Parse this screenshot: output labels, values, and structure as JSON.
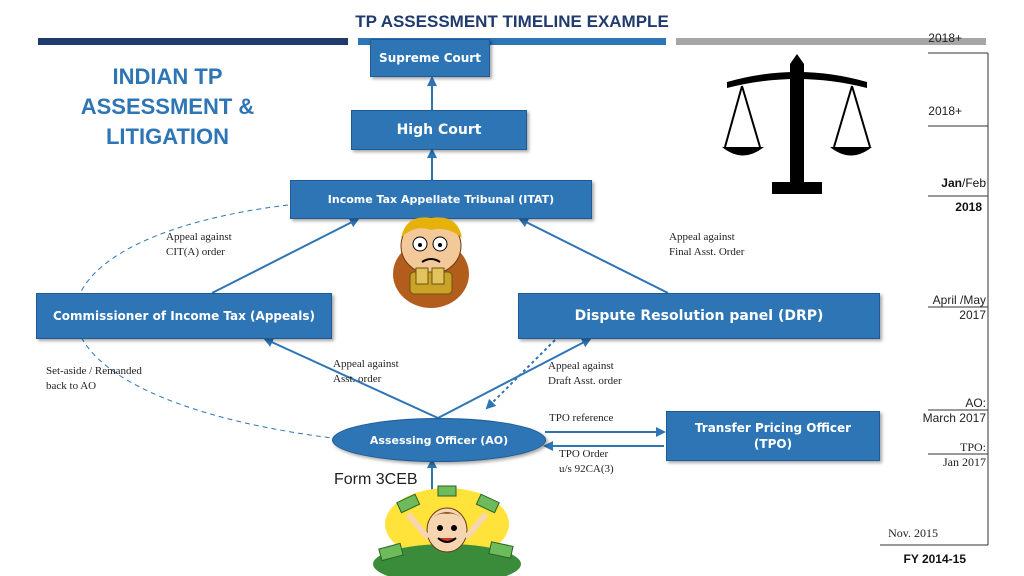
{
  "header": {
    "title": "TP ASSESSMENT TIMELINE EXAMPLE"
  },
  "side_title": {
    "line1": "INDIAN TP",
    "line2": "ASSESSMENT &",
    "line3": "LITIGATION"
  },
  "nodes": {
    "supreme_court": "Supreme Court",
    "high_court": "High Court",
    "itat": "Income Tax Appellate Tribunal (ITAT)",
    "cita": "Commissioner of Income Tax (Appeals)",
    "drp": "Dispute Resolution panel (DRP)",
    "ao": "Assessing Officer (AO)",
    "tpo_line1": "Transfer Pricing Officer",
    "tpo_line2": "(TPO)"
  },
  "edge_labels": {
    "appeal_cita_l1": "Appeal against",
    "appeal_cita_l2": "CIT(A) order",
    "appeal_final_l1": "Appeal against",
    "appeal_final_l2": "Final Asst. Order",
    "appeal_asst_l1": "Appeal against",
    "appeal_asst_l2": "Asst. order",
    "appeal_draft_l1": "Appeal against",
    "appeal_draft_l2": "Draft Asst. order",
    "setaside_l1": "Set-aside / Remanded",
    "setaside_l2": "back to AO",
    "tpo_reference": "TPO reference",
    "tpo_order_l1": "TPO Order",
    "tpo_order_l2": "u/s 92CA(3)",
    "form": "Form 3CEB"
  },
  "timeline": {
    "t1": "2018+",
    "t2": "2018+",
    "t3_a": "Jan",
    "t3_b": "/Feb",
    "t4": "2018",
    "t5_a": "April /May",
    "t5_b": "2017",
    "t6_a": "AO:",
    "t6_b": "March 2017",
    "t7_a": "TPO:",
    "t7_b": "Jan 2017",
    "t8": "Nov. 2015",
    "t9": "FY 2014-15"
  },
  "colors": {
    "box": "#2e75b6",
    "title": "#1f3b6e",
    "side_title": "#2e75b6",
    "arrow": "#2e75b6",
    "bar_dark": "#1f3b6e",
    "bar_light": "#a6a6a6"
  },
  "icons": [
    "scales-of-justice-icon",
    "worried-man-clutching-money-icon",
    "man-in-money-pile-icon"
  ]
}
